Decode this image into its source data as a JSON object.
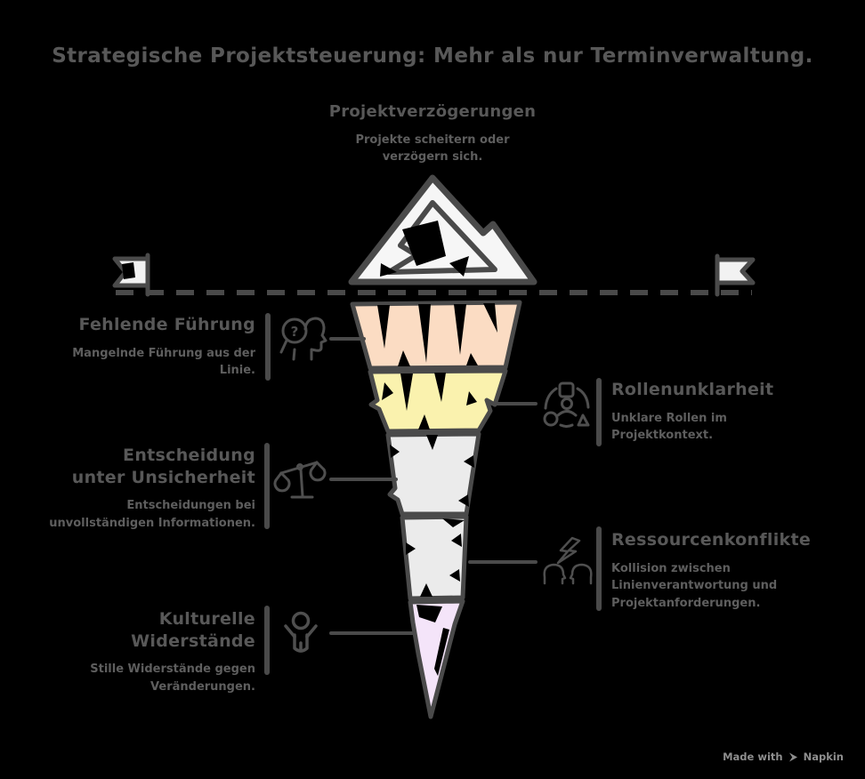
{
  "title": "Strategische Projektsteuerung: Mehr als nur Terminverwaltung.",
  "problem": {
    "heading": "Projektverzögerungen",
    "description": "Projekte scheitern oder verzögern sich."
  },
  "sections": [
    {
      "heading": "Fehlende Führung",
      "description": "Mangelnde Führung aus der Linie.",
      "side": "left",
      "icon": "head-question-icon",
      "layer_color": "#FBDCC3"
    },
    {
      "heading": "Rollenunklarheit",
      "description": "Unklare Rollen im Projektkontext.",
      "side": "right",
      "icon": "roles-icon",
      "layer_color": "#FAF2AE"
    },
    {
      "heading": "Entscheidung unter Unsicherheit",
      "description": "Entscheidungen bei unvollständigen Informationen.",
      "side": "left",
      "icon": "scale-icon",
      "layer_color": "#EBEBEB"
    },
    {
      "heading": "Ressourcenkonflikte",
      "description": "Kollision zwischen Linienverantwortung und Projektanforderungen.",
      "side": "right",
      "icon": "conflict-icon",
      "layer_color": "#EBEBEB"
    },
    {
      "heading": "Kulturelle Widerstände",
      "description": "Stille Widerstände gegen Veränderungen.",
      "side": "left",
      "icon": "person-raised-arms-icon",
      "layer_color": "#F4E4F9"
    }
  ],
  "icons": {
    "question_mark": "?"
  },
  "footer": {
    "made_with": "Made with",
    "brand": "Napkin"
  },
  "colors": {
    "background": "#000000",
    "outline": "#4A4A4A",
    "heading_text": "#585858",
    "body_text": "#5E5E5E",
    "mountain_fill": "#F6F6F6",
    "flag_fill": "#F2F2F2",
    "footer_text": "#8E8E8E"
  }
}
